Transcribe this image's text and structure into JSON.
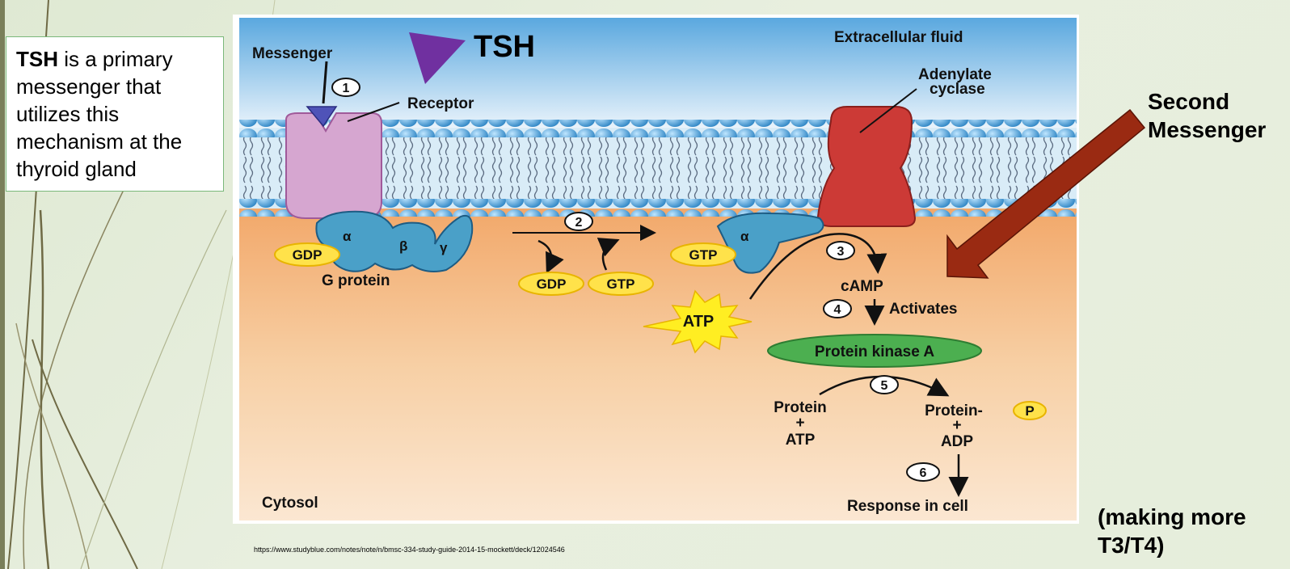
{
  "note": {
    "bold": "TSH",
    "lines": [
      "is a primary",
      "messenger that",
      "utilizes this",
      "mechanism at the",
      "thyroid gland"
    ]
  },
  "diagram": {
    "tsh": "TSH",
    "extracellular": "Extracellular fluid",
    "messenger": "Messenger",
    "receptor": "Receptor",
    "adenylate_1": "Adenylate",
    "adenylate_2": "cyclase",
    "alpha": "α",
    "beta": "β",
    "gamma": "γ",
    "gdp": "GDP",
    "gtp": "GTP",
    "g_protein": "G protein",
    "atp": "ATP",
    "camp": "cAMP",
    "activates": "Activates",
    "pka": "Protein kinase A",
    "protein": "Protein",
    "plus": "+",
    "protein_p": "Protein-",
    "p": "P",
    "adp": "ADP",
    "response": "Response in cell",
    "cytosol": "Cytosol",
    "steps": [
      "1",
      "2",
      "3",
      "4",
      "5",
      "6"
    ]
  },
  "second_messenger": [
    "Second",
    "Messenger"
  ],
  "making_more": [
    "(making more",
    "T3/T4)"
  ],
  "source_url": "https://www.studyblue.com/notes/note/n/bmsc-334-study-guide-2014-15-mockett/deck/12024546",
  "colors": {
    "tsh_triangle": "#7030a0",
    "arrow": "#9a2a12",
    "receptor": "#d6a6d0",
    "g_protein": "#4aa0c8",
    "adenylate": "#cc3a36",
    "pka": "#4caf50",
    "atp_star": "#ffee22"
  }
}
